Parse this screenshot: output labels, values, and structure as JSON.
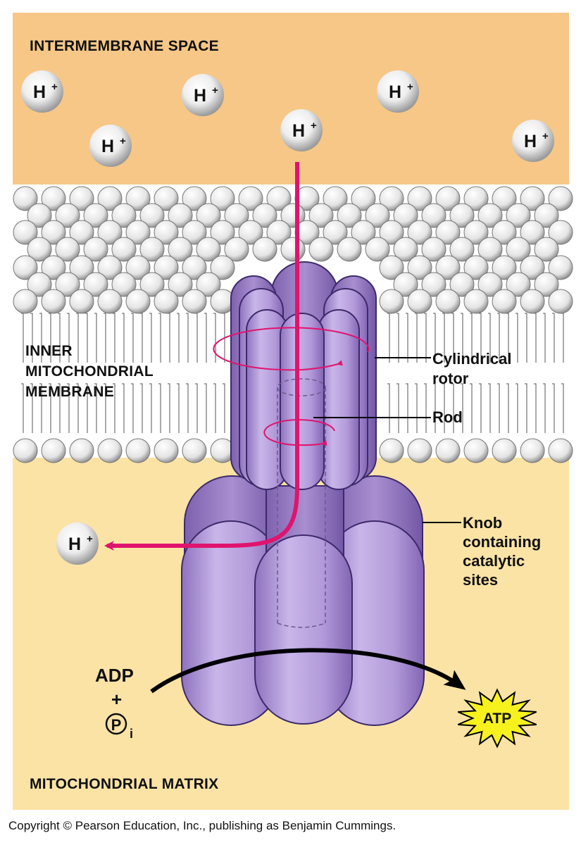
{
  "zones": {
    "top": "INTERMEMBRANE SPACE",
    "membrane": [
      "INNER",
      "MITOCHONDRIAL",
      "MEMBRANE"
    ],
    "bottom": "MITOCHONDRIAL MATRIX"
  },
  "ion": {
    "symbol": "H",
    "charge": "+"
  },
  "labels": {
    "rotor": [
      "Cylindrical",
      "rotor"
    ],
    "rod": "Rod",
    "knob": [
      "Knob",
      "containing",
      "catalytic",
      "sites"
    ]
  },
  "reaction": {
    "adp": "ADP",
    "plus": "+",
    "phosphate": "P",
    "phosphate_subscript": "i",
    "atp": "ATP"
  },
  "copyright": "Copyright © Pearson Education, Inc., publishing as Benjamin Cummings.",
  "colors": {
    "intermembrane": "#F6C786",
    "matrix": "#FBE3A6",
    "synthase": "#A98FD0",
    "arrow": "#E0146E",
    "atp_star": "#F7F21E"
  }
}
